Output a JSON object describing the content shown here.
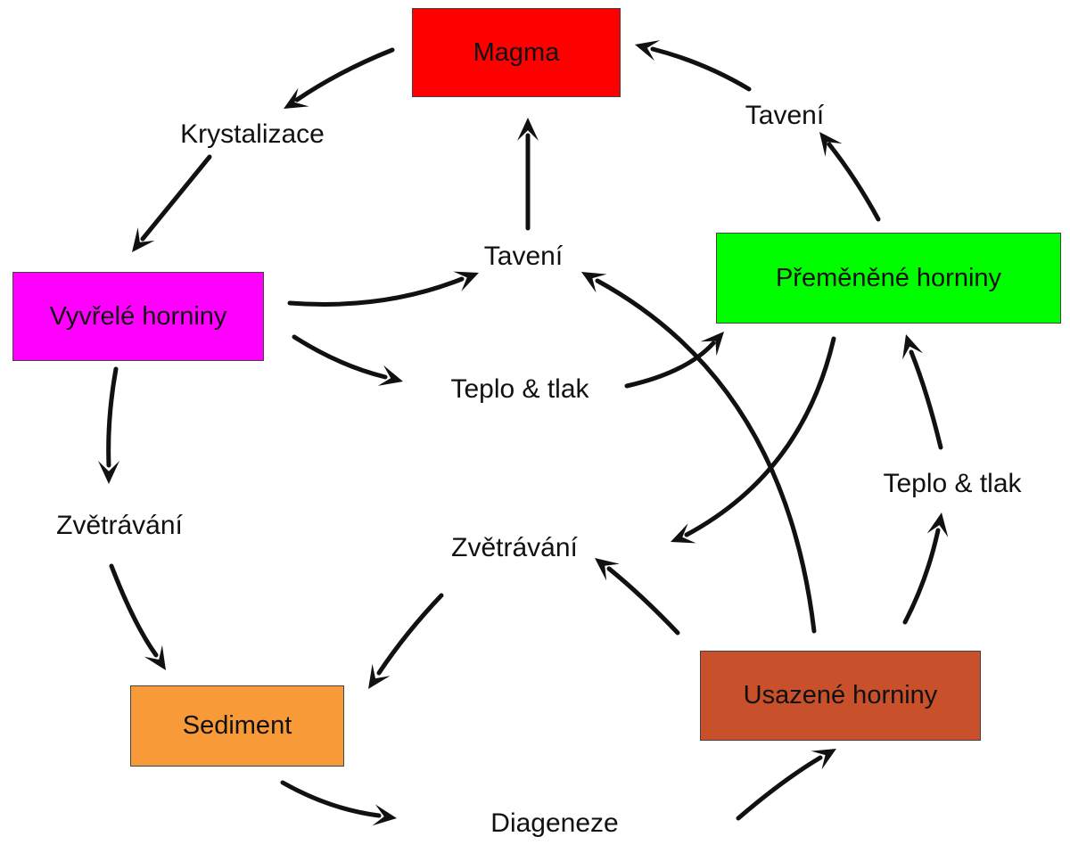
{
  "nodes": {
    "magma": {
      "label": "Magma",
      "color": "#fe0000"
    },
    "igneous": {
      "label": "Vyvřelé horniny",
      "color": "#ff00ff"
    },
    "meta": {
      "label": "Přeměněné horniny",
      "color": "#00fe00"
    },
    "sed": {
      "label": "Usazené horniny",
      "color": "#c8502b"
    },
    "sediment": {
      "label": "Sediment",
      "color": "#f89a37"
    }
  },
  "labels": {
    "crystallization": "Krystalizace",
    "melting_top": "Tavení",
    "melting_center": "Tavení",
    "heat_pressure_center": "Teplo & tlak",
    "heat_pressure_right": "Teplo & tlak",
    "weathering_left": "Zvětrávání",
    "weathering_center": "Zvětrávání",
    "diagenesis": "Diageneze"
  }
}
